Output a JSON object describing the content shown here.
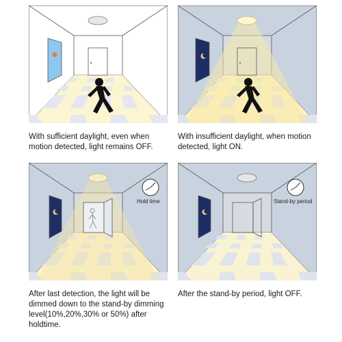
{
  "panels": [
    {
      "caption": "With sufficient daylight, even when motion detected, light remains OFF.",
      "clock_label": "",
      "state": "day-off"
    },
    {
      "caption": "With insufficient daylight, when motion detected, light ON.",
      "clock_label": "",
      "state": "night-on"
    },
    {
      "caption": "After last detection, the light will be dimmed down to the stand-by dimming level(10%,20%,30% or 50%) after holdtime.",
      "clock_label": "Hold time",
      "state": "night-dim"
    },
    {
      "caption": "After the stand-by period, light OFF.",
      "clock_label": "Stand-by period",
      "state": "night-off"
    }
  ],
  "icons": {
    "person": "walking-person-icon",
    "clock": "clock-icon",
    "moon": "moon-icon",
    "sun": "sun-icon",
    "lamp": "ceiling-light-icon"
  },
  "colors": {
    "day_wall": "#ffffff",
    "night_wall": "#c9d3df",
    "floor_light": "#fdf6cc",
    "floor_dark": "#dde4ee",
    "light_beam": "#f6e7a8",
    "night_window": "#1e2d63",
    "day_window": "#8ec6ee"
  }
}
